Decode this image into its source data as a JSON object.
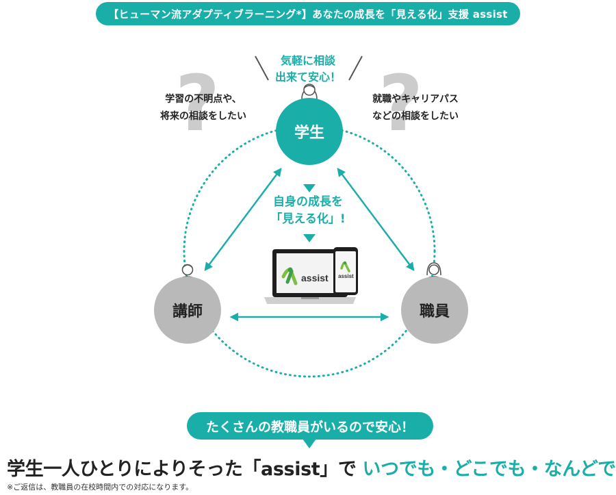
{
  "banner": {
    "text": "【ヒューマン流アダプティブラーニング*】あなたの成長を「見える化」支援 assist"
  },
  "speech": {
    "line1": "気軽に相談",
    "line2": "出来て安心！"
  },
  "notes": {
    "left": {
      "line1": "学習の不明点や、",
      "line2": "将来の相談をしたい"
    },
    "right": {
      "line1": "就職やキャリアパス",
      "line2": "などの相談をしたい"
    }
  },
  "roles": {
    "student": "学生",
    "teacher": "講師",
    "staff": "職員"
  },
  "growth": {
    "line1": "自身の成長を",
    "line2": "「見える化」!"
  },
  "device": {
    "logo_text": "assist"
  },
  "bottom_bubble": {
    "text": "たくさんの教職員がいるので安心！"
  },
  "headline": {
    "main": "学生一人ひとりによりそった「assist」で ",
    "highlight": "いつでも・どこでも・なんどでも"
  },
  "footnote": "※ご返信は、教職員の在校時間内での対応になります。",
  "colors": {
    "accent": "#1aaea9",
    "gray_circle": "#b9b9b9",
    "question_mark": "#cccccc"
  },
  "icons": [
    "person-female-icon",
    "person-male-icon",
    "question-mark-icon",
    "laptop-icon",
    "smartphone-icon"
  ]
}
